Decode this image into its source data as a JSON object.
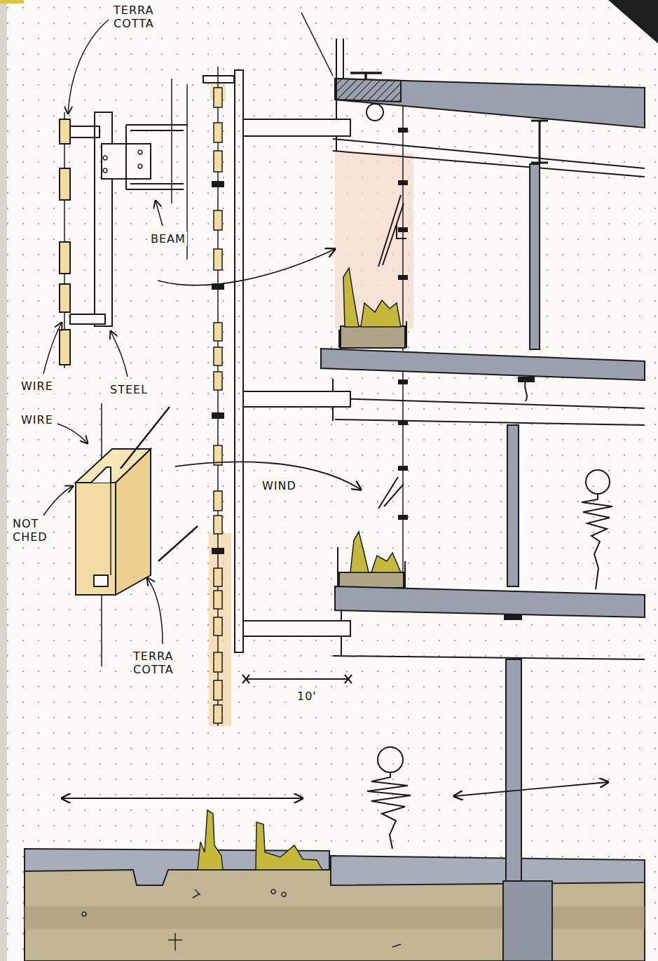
{
  "diagram": {
    "labels": [
      "TERRA COTTA",
      "BEAM",
      "WIRE",
      "STEEL",
      "WIRE",
      "NOT CHED",
      "WIND",
      "TERRA COTTA",
      "10'"
    ]
  }
}
